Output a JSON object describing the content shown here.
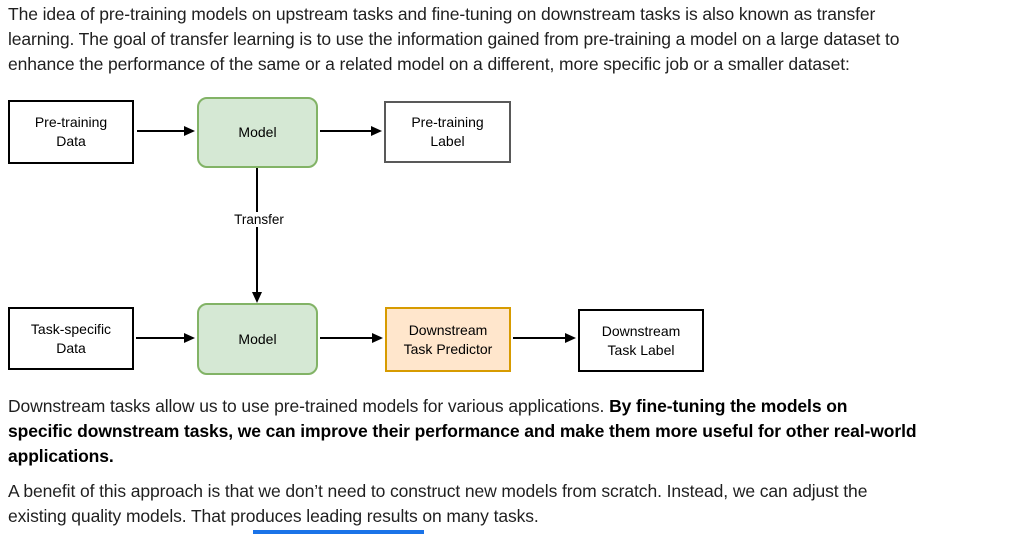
{
  "article": {
    "paragraph1": "The idea of pre-training models on upstream tasks and fine-tuning on downstream tasks is also known as transfer\nlearning. The goal of transfer learning is to use the information gained from pre-training a model on a large dataset to\nenhance the performance of the same or a related model on a different, more specific job or a smaller dataset:",
    "paragraph2_regular": "Downstream tasks allow us to use pre-trained models for various applications. ",
    "paragraph2_bold": "By fine-tuning the models on\nspecific downstream tasks, we can improve their performance and make them more useful for other real-world\napplications.",
    "paragraph3": "A benefit of this approach is that we don’t need to construct new models from scratch. Instead, we can adjust the\nexisting quality models. That produces leading results on many tasks."
  },
  "diagram": {
    "nodes": {
      "pretraining_data": "Pre-training\nData",
      "model_top": "Model",
      "pretraining_label": "Pre-training\nLabel",
      "task_specific_data": "Task-specific\nData",
      "model_bottom": "Model",
      "downstream_task_predictor": "Downstream\nTask Predictor",
      "downstream_task_label": "Downstream\nTask Label"
    },
    "edge_label": "Transfer",
    "colors": {
      "model_fill": "#d5e8d4",
      "model_border": "#82b366",
      "predictor_fill": "#ffe6cc",
      "predictor_border": "#d79b00",
      "data_box_border": "#000000",
      "label_box_border": "#595959"
    }
  },
  "footer": {
    "accent_bar_color": "#1a73e8"
  }
}
